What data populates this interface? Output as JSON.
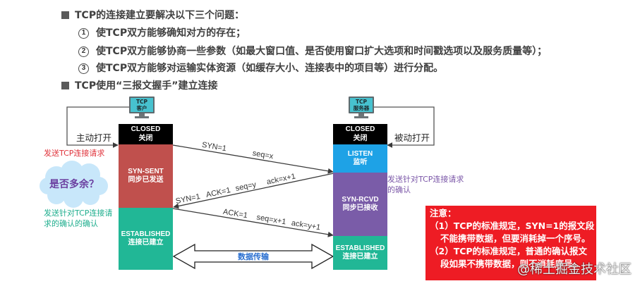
{
  "intro": {
    "heading": "TCP的连接建立要解决以下三个问题：",
    "items": [
      {
        "number": "1",
        "text": "使TCP双方能够确知对方的存在；"
      },
      {
        "number": "2",
        "text": "使TCP双方能够协商一些参数（如最大窗口值、是否使用窗口扩大选项和时间戳选项以及服务质量等）；"
      },
      {
        "number": "3",
        "text": "使TCP双方能够对运输实体资源（如缓存大小、连接表中的项目等）进行分配。"
      }
    ]
  },
  "handshake": {
    "heading": "TCP使用“三报文握手”建立连接",
    "client": {
      "icon": "computer-icon",
      "label_line1": "TCP",
      "label_line2": "客户",
      "open_label": "主动打开",
      "states": [
        {
          "name": "CLOSED",
          "desc": "关闭",
          "color": "#000000"
        },
        {
          "name": "SYN-SENT",
          "desc": "同步已发送",
          "color": "#c0504d"
        },
        {
          "name": "ESTABLISHED",
          "desc": "连接已建立",
          "color": "#21b796"
        }
      ]
    },
    "server": {
      "icon": "computer-icon",
      "label_line1": "TCP",
      "label_line2": "服务器",
      "open_label": "被动打开",
      "states": [
        {
          "name": "CLOSED",
          "desc": "关闭",
          "color": "#000000"
        },
        {
          "name": "LISTEN",
          "desc": "监听",
          "color": "#1ea2e6"
        },
        {
          "name": "SYN-RCVD",
          "desc": "同步已接收",
          "color": "#7a5ca8"
        },
        {
          "name": "ESTABLISHED",
          "desc": "连接已建立",
          "color": "#21b796"
        }
      ]
    },
    "messages": [
      {
        "direction": "client-to-server",
        "fields": [
          "SYN=1",
          "seq=x"
        ]
      },
      {
        "direction": "server-to-client",
        "fields": [
          "SYN=1",
          "ACK=1",
          "seq=y",
          "ack=x+1"
        ]
      },
      {
        "direction": "client-to-server",
        "fields": [
          "ACK=1",
          "seq=x+1",
          "ack=y+1"
        ]
      }
    ],
    "data_transfer_label": "数据传输",
    "data_transfer_color": "#2a6fd0",
    "annotations": {
      "client_request": {
        "text": "发送TCP连接请求",
        "color": "#e0343c"
      },
      "question": {
        "text": "是否多余？",
        "color": "#6b3fa0",
        "bubble_color": "#c8e7fa"
      },
      "client_ack": {
        "lines": [
          "发送针对TCP连接请",
          "求的确认的确认"
        ],
        "color": "#1fae8e"
      },
      "server_ack": {
        "lines": [
          "发送针对TCP连接请求",
          "的确认"
        ],
        "color": "#7b57a8"
      }
    }
  },
  "note": {
    "title": "注意：",
    "lines": [
      "（1）TCP的标准规定，SYN=1的报文段",
      "不能携带数据，但要消耗掉一个序号。",
      "（2）TCP的标准规定，普通的确认报文",
      "段如果不携带数据，则不消耗序号。"
    ],
    "color": "#ee1c24"
  },
  "watermark": "@稀土掘金技术社区"
}
